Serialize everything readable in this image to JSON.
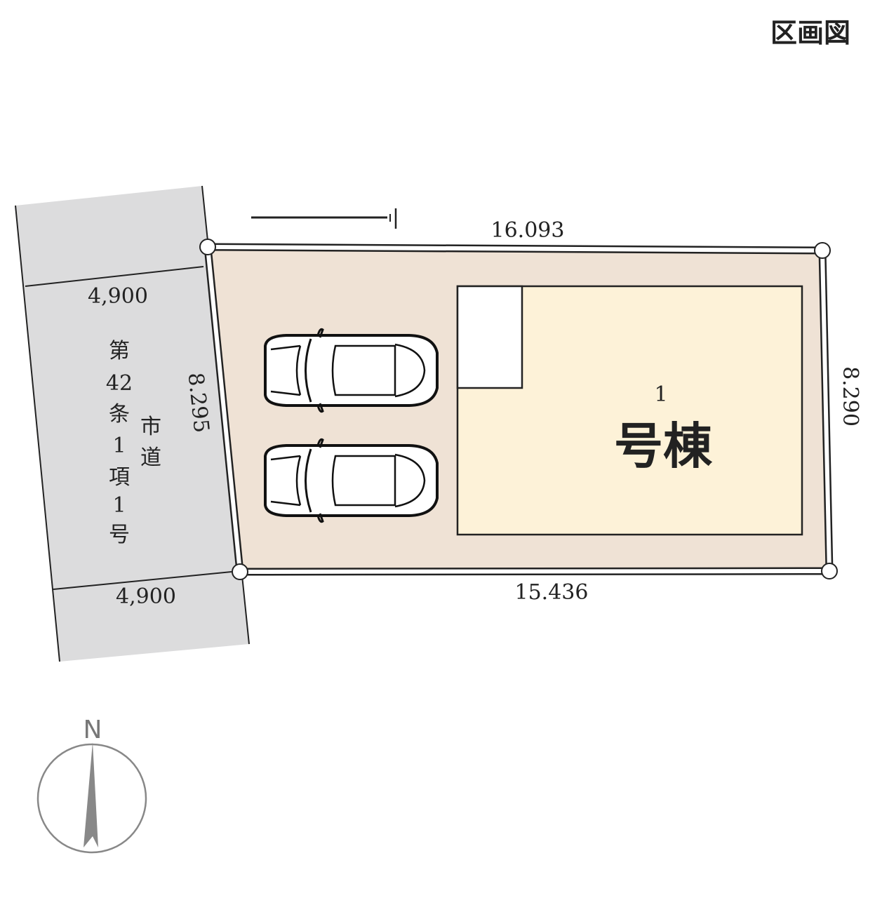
{
  "title": "区画図",
  "road": {
    "lines": [
      "第",
      "42",
      "条",
      "1",
      "項",
      "1",
      "号"
    ],
    "type_lines": [
      "市",
      "道"
    ],
    "width_top": "4,900",
    "width_bottom": "4,900"
  },
  "lot": {
    "top_length": "16.093",
    "bottom_length": "15.436",
    "right_length": "8.290",
    "left_length": "8.295",
    "building_number": "1",
    "building_label": "号棟"
  },
  "compass": {
    "label": "N"
  },
  "colors": {
    "road": "#dcdcdd",
    "lot": "#efe2d5",
    "building": "#fdf2d8"
  }
}
